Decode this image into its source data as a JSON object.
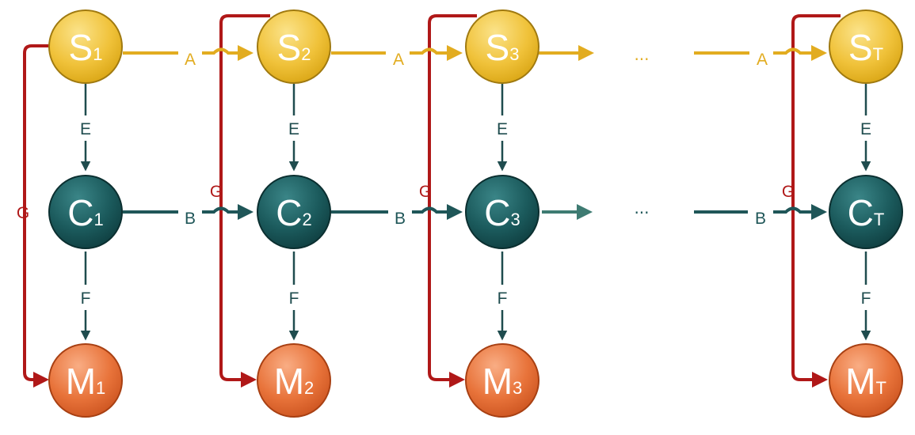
{
  "nodes": {
    "states": [
      {
        "letter": "S",
        "sub": "1"
      },
      {
        "letter": "S",
        "sub": "2"
      },
      {
        "letter": "S",
        "sub": "3"
      },
      {
        "letter": "S",
        "sub": "T"
      }
    ],
    "controls": [
      {
        "letter": "C",
        "sub": "1"
      },
      {
        "letter": "C",
        "sub": "2"
      },
      {
        "letter": "C",
        "sub": "3"
      },
      {
        "letter": "C",
        "sub": "T"
      }
    ],
    "measurements": [
      {
        "letter": "M",
        "sub": "1"
      },
      {
        "letter": "M",
        "sub": "2"
      },
      {
        "letter": "M",
        "sub": "3"
      },
      {
        "letter": "M",
        "sub": "T"
      }
    ]
  },
  "edge_labels": {
    "state_transition": "A",
    "control_transition": "B",
    "state_to_control": "E",
    "control_to_measurement": "F",
    "state_to_measurement": "G"
  },
  "ellipsis": "...",
  "colors": {
    "state_fill": "#f0c23a",
    "control_fill": "#1b5a5c",
    "measurement_fill": "#e8733a",
    "a_edge": "#e2ac20",
    "b_edge": "#1f5658",
    "b_edge_fade": "#3e7b72",
    "ef_edge": "#1f4c4e",
    "g_edge": "#b01818"
  }
}
